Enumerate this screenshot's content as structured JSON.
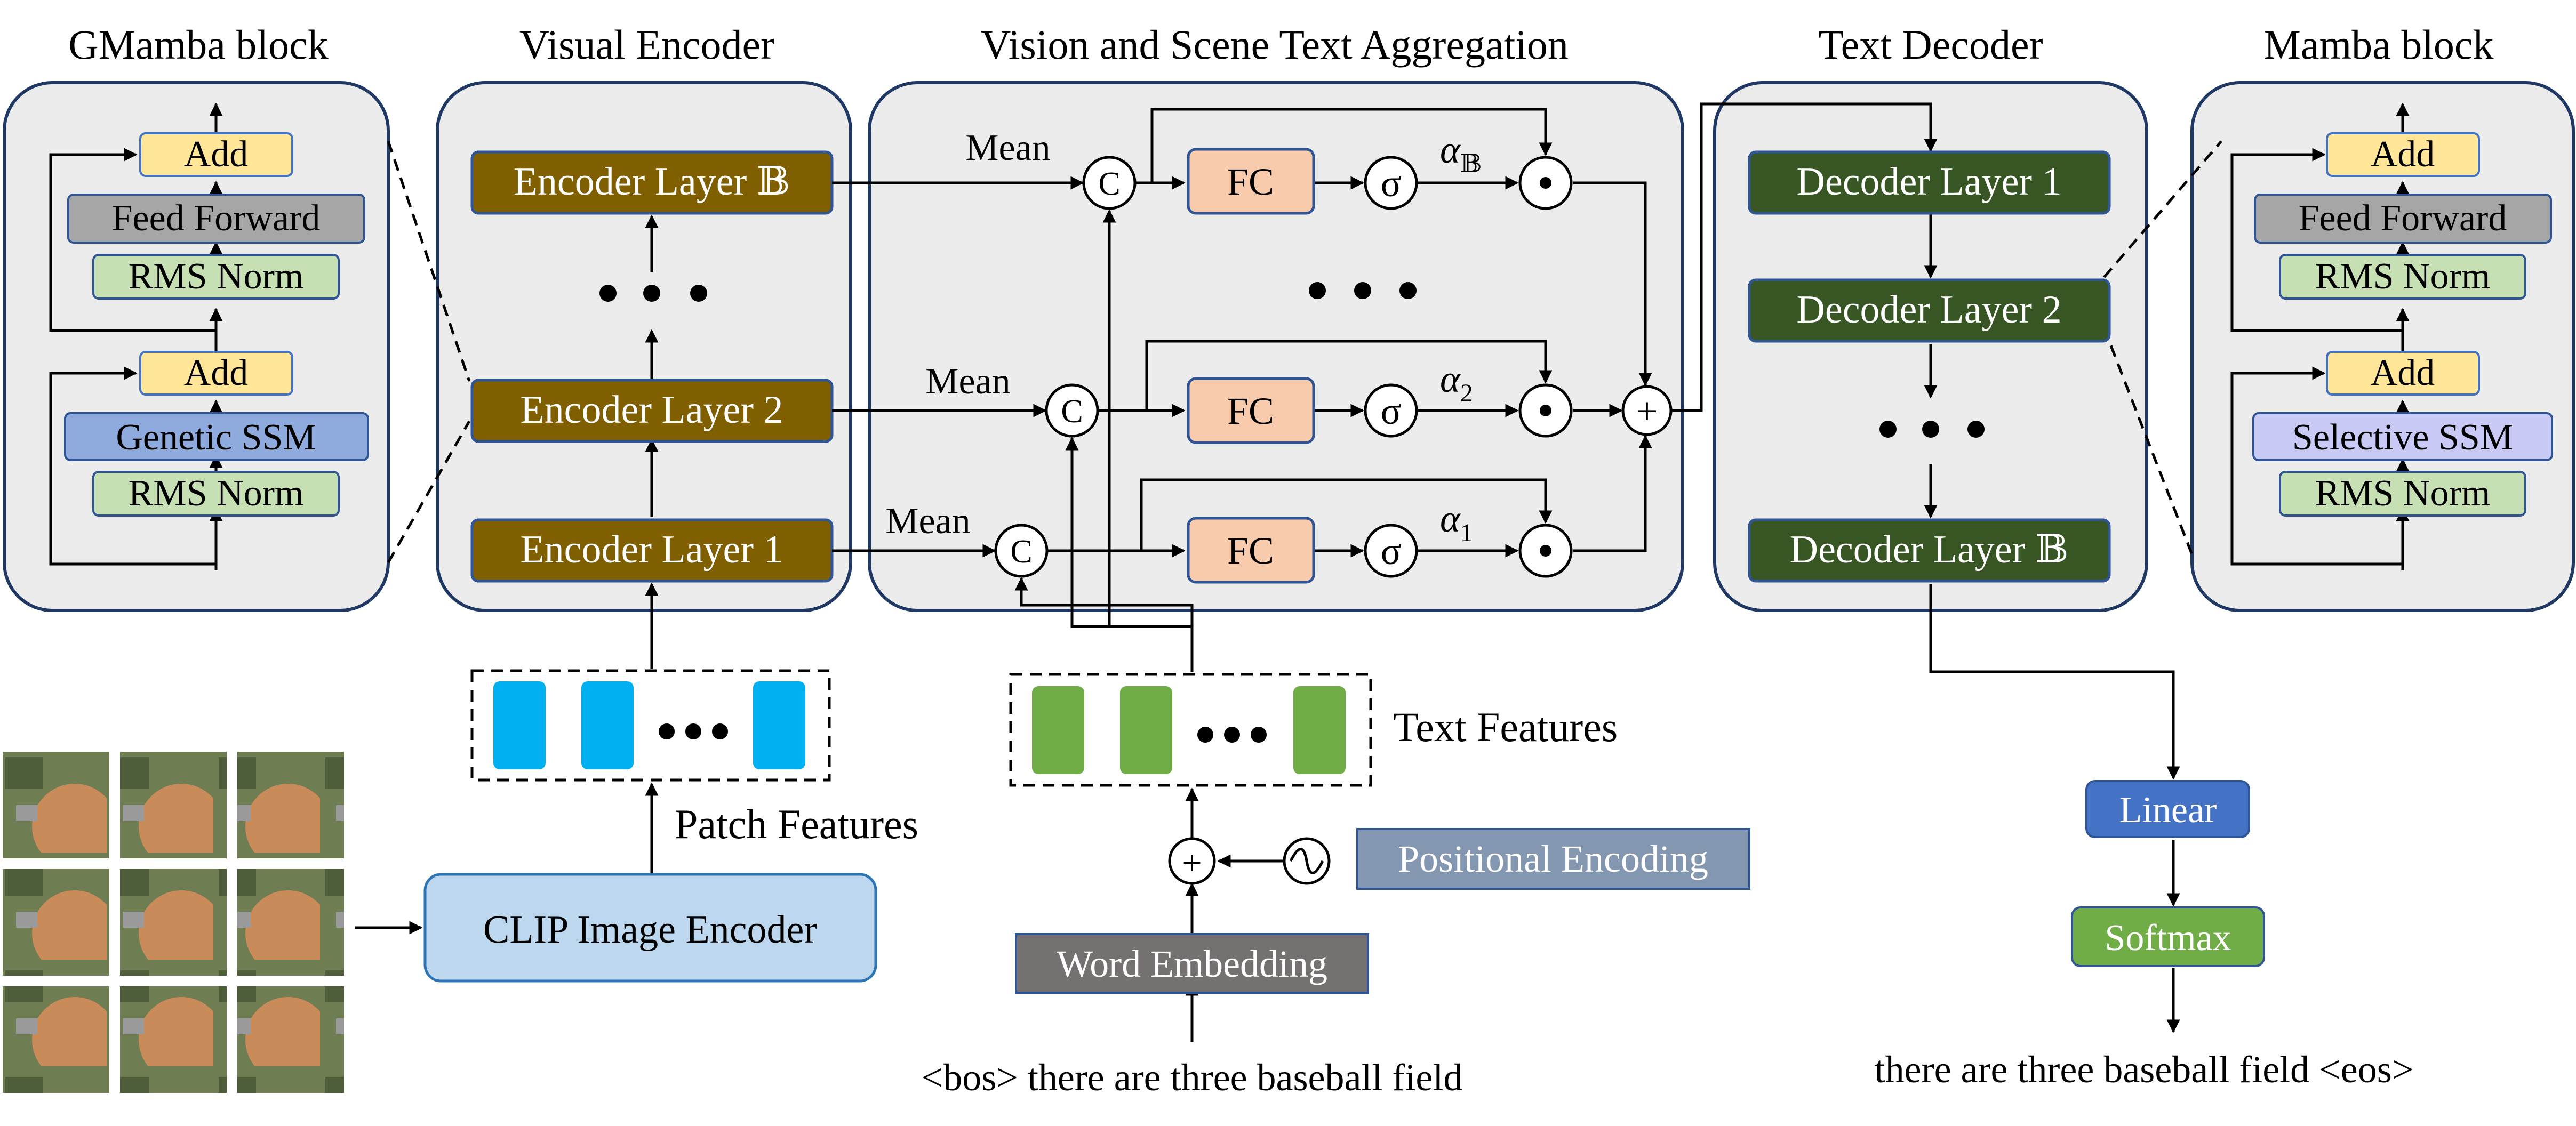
{
  "titles": {
    "gmamba": "GMamba block",
    "visual": "Visual Encoder",
    "agg": "Vision and Scene Text Aggregation",
    "decoder": "Text Decoder",
    "mamba": "Mamba block"
  },
  "gmamba": {
    "add": "Add",
    "ff": "Feed Forward",
    "rms": "RMS Norm",
    "ssm": "Genetic SSM"
  },
  "mamba": {
    "add": "Add",
    "ff": "Feed Forward",
    "rms": "RMS Norm",
    "ssm": "Selective SSM"
  },
  "encoder": {
    "layer_b": "Encoder Layer 𝔹",
    "layer_2": "Encoder Layer 2",
    "layer_1": "Encoder Layer 1"
  },
  "aggregation": {
    "mean": "Mean",
    "concat": "C",
    "fc": "FC",
    "sigma": "σ",
    "dot": "⊙",
    "plus": "+",
    "alpha_b": "𝔹",
    "alpha_2": "2",
    "alpha_1": "1",
    "alpha": "α"
  },
  "decoder": {
    "layer_1": "Decoder Layer 1",
    "layer_2": "Decoder Layer 2",
    "layer_b": "Decoder Layer 𝔹"
  },
  "clip": "CLIP Image Encoder",
  "patch_features": "Patch Features",
  "text_features": "Text Features",
  "positional_encoding": "Positional Encoding",
  "word_embedding": "Word Embedding",
  "input_text": "<bos> there are three baseball field",
  "linear": "Linear",
  "softmax": "Softmax",
  "output_text": "there are three baseball field <eos>",
  "colors": {
    "panel_fill": "#ececec",
    "panel_stroke": "#1f3864",
    "encoder_fill": "#7f5f00",
    "decoder_fill": "#375623",
    "fc_fill": "#f8cbad",
    "add_fill": "#ffe699",
    "ff_fill": "#a6a6a6",
    "rms_fill": "#c6e0b4",
    "genetic_ssm_fill": "#8faadc",
    "selective_ssm_fill": "#c9c9f5",
    "patch_fill": "#00b0f0",
    "text_feat_fill": "#70ad47",
    "clip_fill": "#bdd7ee",
    "linear_fill": "#4472c4",
    "softmax_fill": "#70ad47",
    "word_emb_fill": "#767171",
    "pos_enc_fill": "#8497b0"
  }
}
